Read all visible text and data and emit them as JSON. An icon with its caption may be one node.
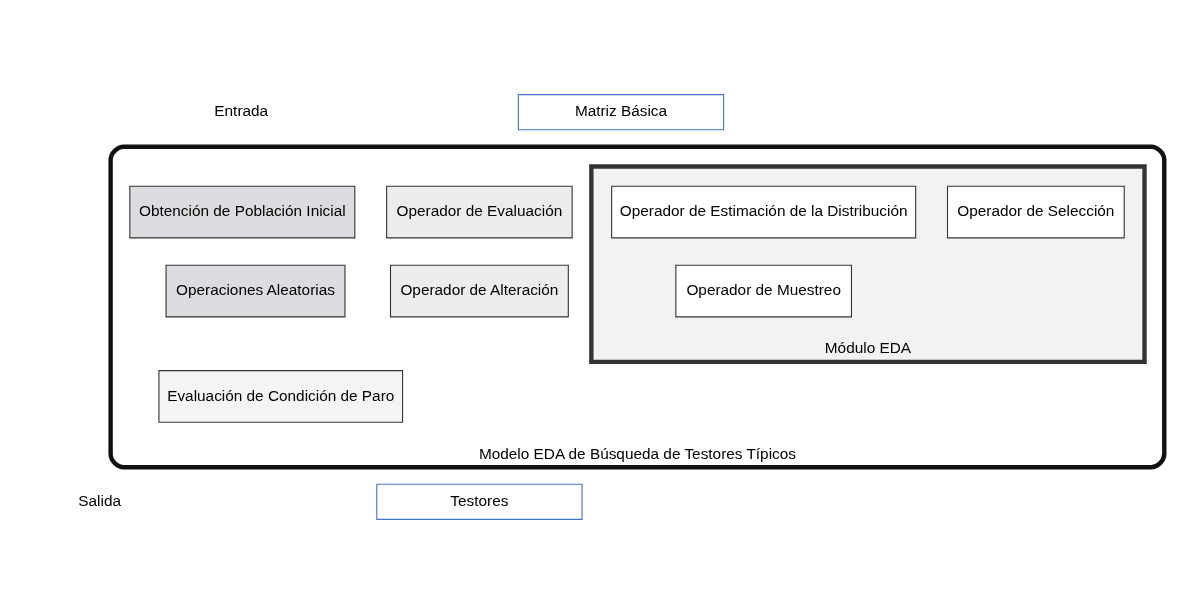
{
  "diagram": {
    "nodes": [
      {
        "text": [
          "Matriz Básica"
        ]
      },
      {
        "text": [
          "Modelo EDA de Búsqueda de Testores Típicos"
        ]
      },
      {
        "text": [
          "Obtención de Población Inicial"
        ],
        "in": 1
      },
      {
        "text": [
          "Operador de Evaluación"
        ],
        "in": 1
      },
      {
        "text": [
          "Operaciones Aleatorias"
        ],
        "in": 1
      },
      {
        "text": [
          "Operador de Alteración"
        ],
        "in": 1
      },
      {
        "text": [
          "Evaluación de Condición de Paro"
        ],
        "in": 1
      },
      {
        "text": [
          "Módulo EDA"
        ],
        "in": 1
      },
      {
        "text": [
          "Operador de Selección"
        ],
        "in": 7
      },
      {
        "text": [
          "Operador de Estimación de la Distribución"
        ],
        "in": 7
      },
      {
        "text": [
          "Operador de Muestreo"
        ],
        "in": 7
      },
      {
        "text": [
          "Testores"
        ]
      }
    ],
    "labels": [
      "Entrada",
      "Salida"
    ]
  }
}
